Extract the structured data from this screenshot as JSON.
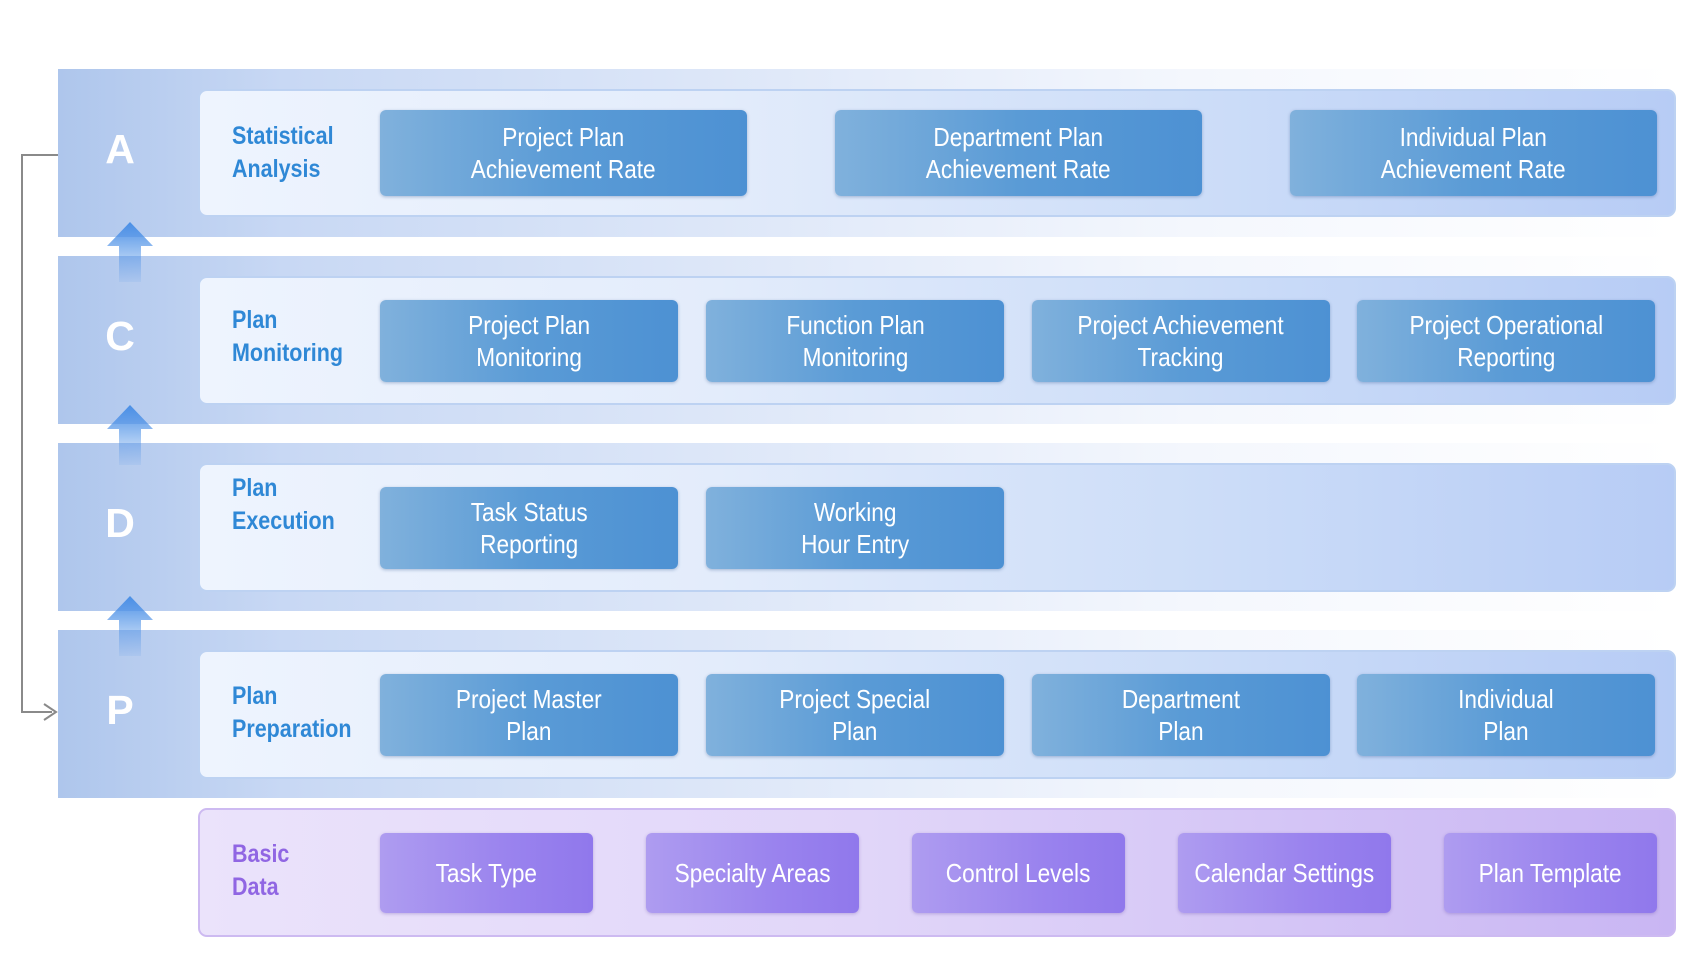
{
  "layers": [
    {
      "letter": "A",
      "label": "Statistical\nAnalysis",
      "items": [
        "Project Plan\nAchievement Rate",
        "Department Plan\nAchievement Rate",
        "Individual Plan\nAchievement Rate"
      ]
    },
    {
      "letter": "C",
      "label": "Plan\nMonitoring",
      "items": [
        "Project Plan\nMonitoring",
        "Function Plan\nMonitoring",
        "Project Achievement\nTracking",
        "Project Operational\nReporting"
      ]
    },
    {
      "letter": "D",
      "label": "Plan\nExecution",
      "items": [
        "Task Status\nReporting",
        "Working\nHour Entry"
      ]
    },
    {
      "letter": "P",
      "label": "Plan\nPreparation",
      "items": [
        "Project Master\nPlan",
        "Project Special\nPlan",
        "Department\nPlan",
        "Individual\nPlan"
      ]
    }
  ],
  "basic_data": {
    "label": "Basic\nData",
    "items": [
      "Task Type",
      "Specialty Areas",
      "Control Levels",
      "Calendar Settings",
      "Plan Template"
    ]
  },
  "colors": {
    "label_blue": "#2f88d6",
    "label_purple": "#9066e3",
    "box_blue": "#4d91d3",
    "box_purple": "#9078ec",
    "arrow_blue": "#4a8fe6",
    "connector_gray": "#8a8a8a"
  }
}
